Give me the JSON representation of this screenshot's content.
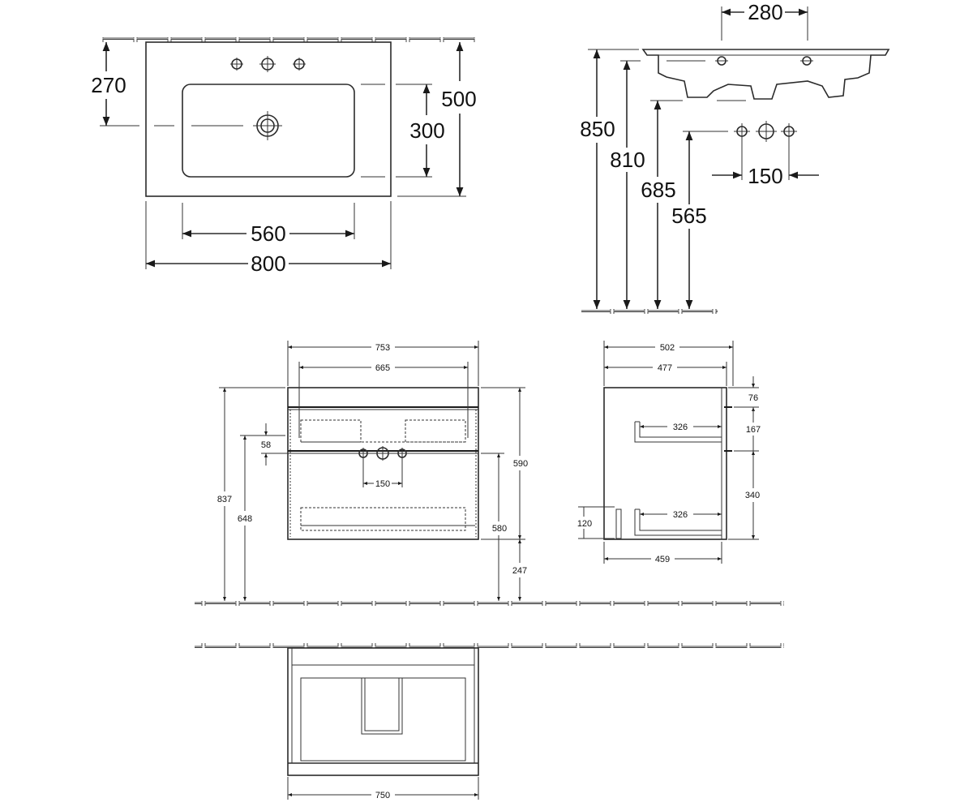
{
  "basin_top": {
    "dim_800": "800",
    "dim_560": "560",
    "dim_500": "500",
    "dim_300": "300",
    "dim_270": "270"
  },
  "basin_side": {
    "dim_280": "280",
    "dim_850": "850",
    "dim_810": "810",
    "dim_685": "685",
    "dim_565": "565",
    "dim_150": "150"
  },
  "cabinet_front": {
    "dim_753": "753",
    "dim_665": "665",
    "dim_837": "837",
    "dim_648": "648",
    "dim_58": "58",
    "dim_150": "150",
    "dim_590": "590",
    "dim_580": "580",
    "dim_247": "247"
  },
  "cabinet_side": {
    "dim_502": "502",
    "dim_477": "477",
    "dim_76": "76",
    "dim_326a": "326",
    "dim_167": "167",
    "dim_326b": "326",
    "dim_340": "340",
    "dim_120": "120",
    "dim_459": "459"
  },
  "cabinet_top": {
    "dim_750": "750"
  }
}
